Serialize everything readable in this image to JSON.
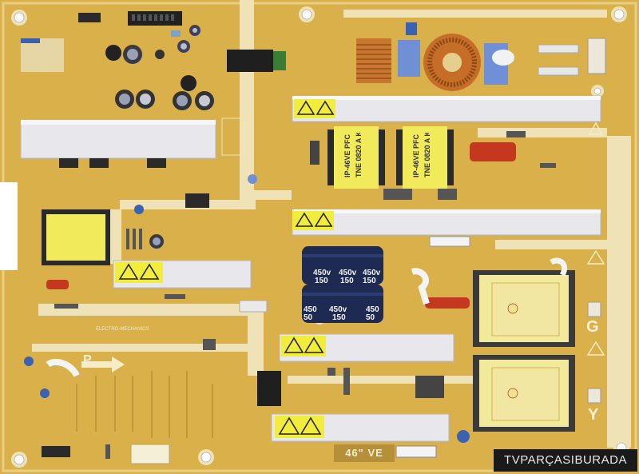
{
  "image": {
    "subject": "Samsung LCD TV power supply board",
    "board_color": "#d9b04a",
    "heatsink_color": "#e8e8ec",
    "warning_color": "#f2ec3c"
  },
  "model_marking": "46\" VE",
  "pfc_labels": [
    {
      "line1": "IP-46VE PFC",
      "line2": "TNE 0820 A K"
    },
    {
      "line1": "IP-46VE PFC",
      "line2": "TNE 0820 A K"
    }
  ],
  "capacitor_labels": [
    {
      "voltage": "450v",
      "value": "150"
    },
    {
      "voltage": "450v",
      "value": "150"
    },
    {
      "voltage": "450v",
      "value": "150"
    },
    {
      "voltage": "450",
      "value": "50"
    },
    {
      "voltage": "450v",
      "value": "150"
    },
    {
      "voltage": "450",
      "value": "50"
    }
  ],
  "letters": {
    "g": "G",
    "y": "Y",
    "p": "P"
  },
  "brand_silk": "ELECTRO-MECHANICS",
  "watermark": "TVPARÇASIBURADA"
}
